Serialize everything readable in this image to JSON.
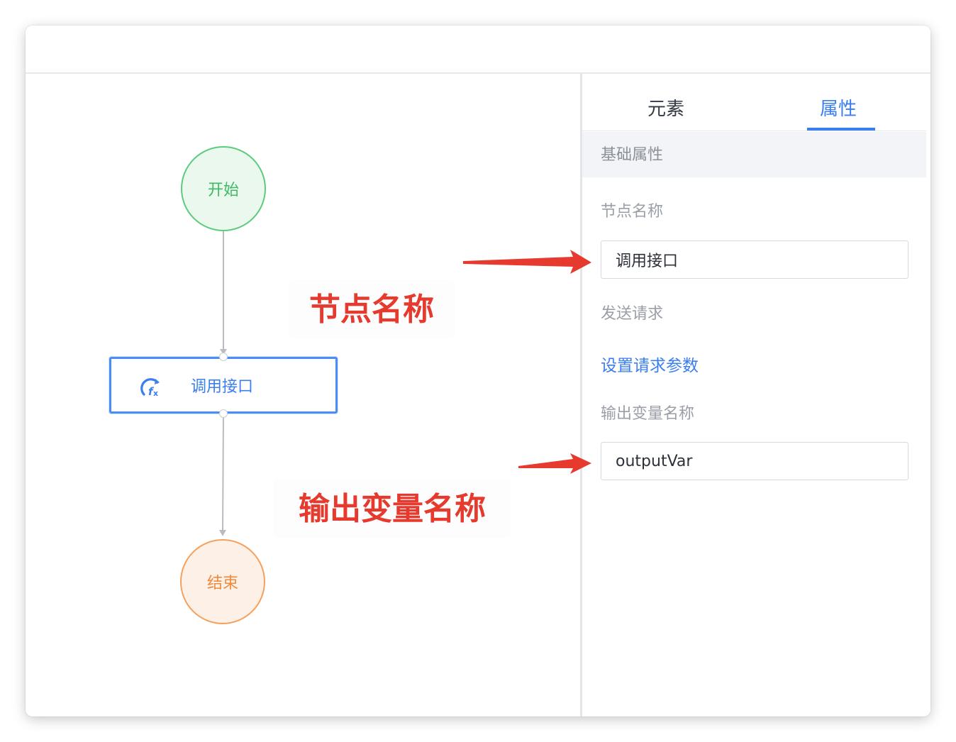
{
  "flow": {
    "start_label": "开始",
    "task_label": "调用接口",
    "end_label": "结束",
    "task_icon": "fx-function-icon"
  },
  "annotations": {
    "node_name": "节点名称",
    "output_var": "输出变量名称"
  },
  "panel": {
    "tabs": [
      {
        "label": "元素",
        "active": false
      },
      {
        "label": "属性",
        "active": true
      }
    ],
    "section_title": "基础属性",
    "node_name_label": "节点名称",
    "node_name_value": "调用接口",
    "send_request_label": "发送请求",
    "set_params_link": "设置请求参数",
    "output_var_label": "输出变量名称",
    "output_var_value": "outputVar"
  },
  "colors": {
    "accent": "#3a7ef0",
    "start": "#5ccb7e",
    "end": "#f5a05c",
    "annotation": "#e63a2e"
  }
}
